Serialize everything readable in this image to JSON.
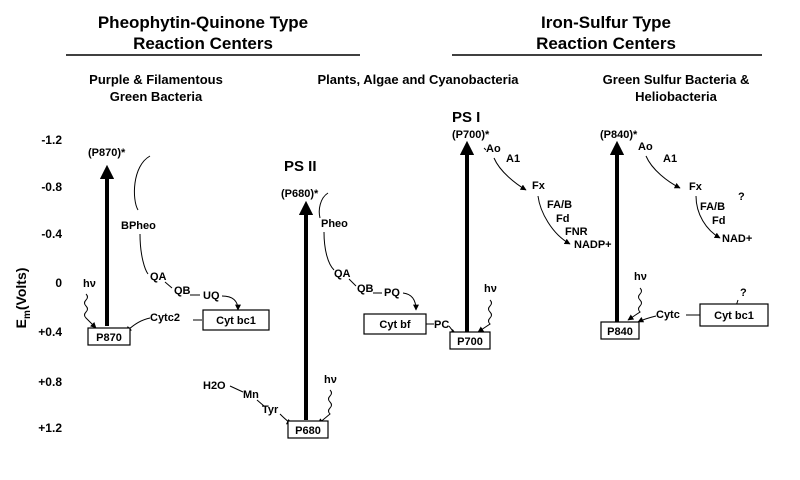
{
  "headers": {
    "left_title_line1": "Pheophytin-Quinone Type",
    "left_title_line2": "Reaction Centers",
    "right_title_line1": "Iron-Sulfur Type",
    "right_title_line2": "Reaction Centers"
  },
  "groups": {
    "purple_line1": "Purple & Filamentous",
    "purple_line2": "Green Bacteria",
    "plants": "Plants, Algae and Cyanobacteria",
    "green_line1": "Green Sulfur Bacteria &",
    "green_line2": "Heliobacteria"
  },
  "axis": {
    "label_main": "E",
    "label_sub": "m",
    "label_rest": "(Volts)",
    "ticks": [
      "-1.2",
      "-0.8",
      "-0.4",
      "0",
      "+0.4",
      "+0.8",
      "+1.2"
    ]
  },
  "purple": {
    "excited": "(P870)*",
    "bpheo": "BPheo",
    "qa": "QA",
    "qb": "QB",
    "uq": "UQ",
    "hv": "hν",
    "cytc2": "Cytc2",
    "cytbc1": "Cyt bc1",
    "p870": "P870"
  },
  "ps2": {
    "title": "PS II",
    "excited": "(P680)*",
    "pheo": "Pheo",
    "qa": "QA",
    "qb": "QB",
    "pq": "PQ",
    "cytbf": "Cyt bf",
    "pc": "PC",
    "h2o": "H2O",
    "mn": "Mn",
    "tyr": "Tyr",
    "hv": "hν",
    "p680": "P680"
  },
  "ps1": {
    "title": "PS I",
    "excited": "(P700)*",
    "a0": "Ao",
    "a1": "A1",
    "fx": "Fx",
    "fab": "FA/B",
    "fd": "Fd",
    "fnr": "FNR",
    "nadp": "NADP+",
    "hv": "hν",
    "p700": "P700"
  },
  "green": {
    "excited": "(P840)*",
    "a0": "Ao",
    "a1": "A1",
    "fx": "Fx",
    "fab": "FA/B",
    "q1": "?",
    "fd": "Fd",
    "nad": "NAD+",
    "hv": "hν",
    "cytc": "Cytc",
    "cytbc1": "Cyt bc1",
    "q2": "?",
    "p840": "P840"
  }
}
